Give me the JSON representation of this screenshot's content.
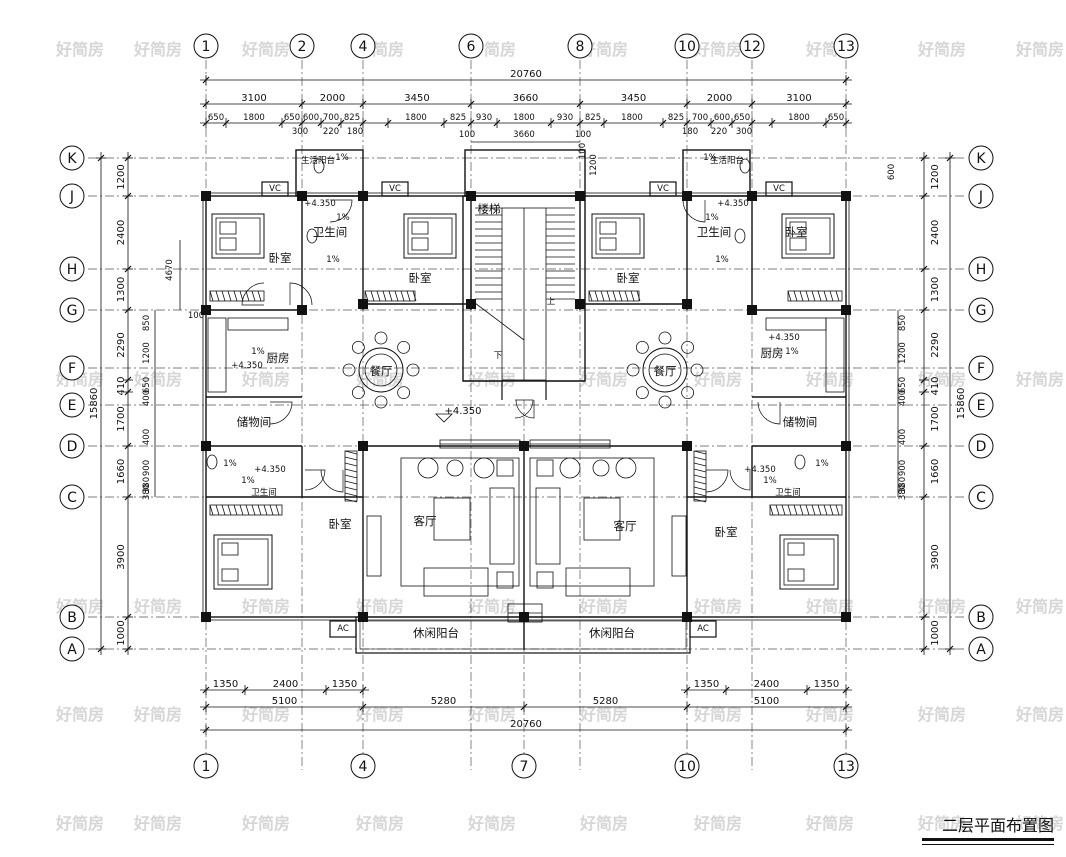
{
  "title": "二层平面布置图",
  "watermark": "好简房",
  "overall_dims": {
    "top": "20760",
    "bottom": "20760",
    "left": "15860",
    "right": "15860"
  },
  "grids": {
    "top_labels": [
      "1",
      "2",
      "4",
      "6",
      "8",
      "10",
      "12",
      "13"
    ],
    "bottom_labels": [
      "1",
      "4",
      "7",
      "10",
      "13"
    ],
    "row_labels": [
      "K",
      "J",
      "H",
      "G",
      "F",
      "E",
      "D",
      "C",
      "B",
      "A"
    ]
  },
  "dims": {
    "top_row1": [
      "3100",
      "2000",
      "3450",
      "3660",
      "3450",
      "2000",
      "3100"
    ],
    "top_row2": [
      "650",
      "1800",
      "650",
      "600",
      "700",
      "825",
      "1800",
      "825",
      "930",
      "1800",
      "930",
      "825",
      "1800",
      "825",
      "700",
      "600",
      "650",
      "1800",
      "650"
    ],
    "top_row3": [
      "300",
      "220",
      "180",
      "100",
      "3660",
      "100",
      "180",
      "220",
      "300"
    ],
    "bottom_row1": [
      "1350",
      "2400",
      "1350",
      "1350",
      "2400",
      "1350"
    ],
    "bottom_row2": [
      "5100",
      "5280",
      "5280",
      "5100"
    ],
    "left_outer": [
      "1200",
      "2400",
      "1300",
      "2290",
      "410",
      "1700",
      "1660",
      "3900",
      "1000"
    ],
    "left_inner": [
      "850",
      "1200",
      "650",
      "400",
      "400",
      "900",
      "380",
      "380"
    ],
    "right_outer": [
      "1200",
      "2400",
      "1300",
      "2290",
      "410",
      "1700",
      "1660",
      "3900",
      "1000"
    ],
    "right_inner": [
      "850",
      "1200",
      "650",
      "400",
      "400",
      "900",
      "380",
      "380"
    ],
    "misc": [
      "4670",
      "100",
      "1200",
      "100",
      "100",
      "600",
      "100",
      "1200"
    ]
  },
  "rooms": {
    "balcony_service": "生活阳台",
    "bath": "卫生间",
    "bedroom": "卧室",
    "stairs": "楼梯",
    "kitchen": "厨房",
    "dining": "餐厅",
    "storage": "储物间",
    "living": "客厅",
    "leisure_balcony": "休闲阳台",
    "down": "下",
    "up": "上",
    "elev_main": "+4.350",
    "elev_small": "+4.350",
    "slope": "1%",
    "ac": "AC",
    "vc": "VC"
  },
  "colors": {
    "line": "#111111",
    "grid": "#333333",
    "column": "#111111",
    "watermark": "#d6d6d6"
  }
}
